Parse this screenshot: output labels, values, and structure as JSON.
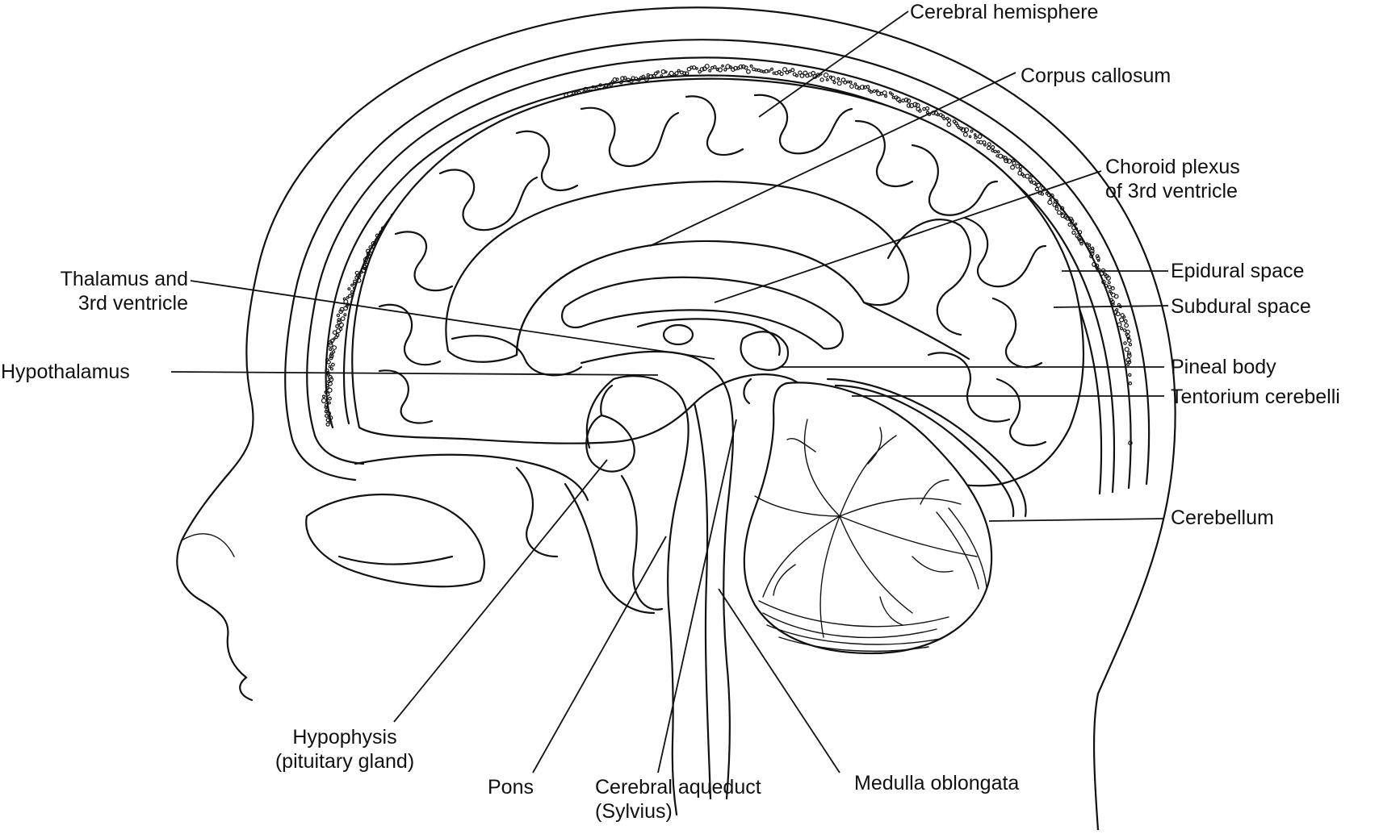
{
  "labels": {
    "cerebral_hemisphere": "Cerebral hemisphere",
    "corpus_callosum": "Corpus callosum",
    "choroid_plexus_line1": "Choroid plexus",
    "choroid_plexus_line2": "of 3rd ventricle",
    "thalamus_line1": "Thalamus and",
    "thalamus_line2": "3rd ventricle",
    "hypothalamus": "Hypothalamus",
    "epidural_space": "Epidural space",
    "subdural_space": "Subdural space",
    "pineal_body": "Pineal body",
    "tentorium_cerebelli": "Tentorium cerebelli",
    "cerebellum": "Cerebellum",
    "hypophysis_line1": "Hypophysis",
    "hypophysis_line2": "(pituitary gland)",
    "pons": "Pons",
    "cerebral_aqueduct_line1": "Cerebral aqueduct",
    "cerebral_aqueduct_line2": "(Sylvius)",
    "medulla_oblongata": "Medulla oblongata"
  },
  "colors": {
    "ink": "#111111",
    "background": "#ffffff"
  }
}
